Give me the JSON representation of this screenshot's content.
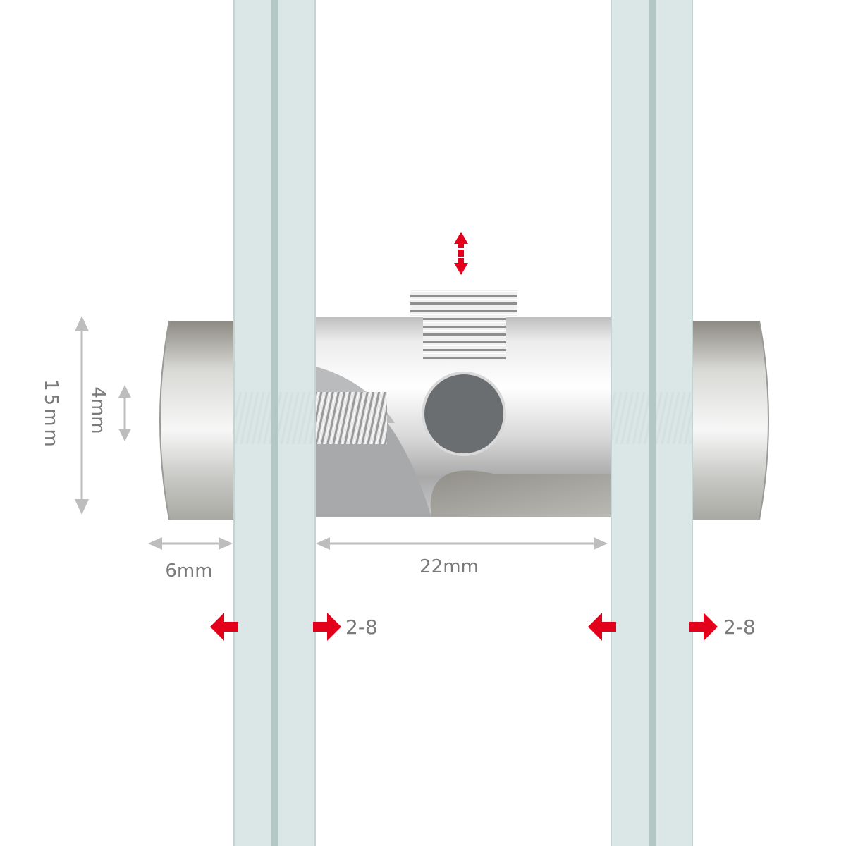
{
  "dimensions": {
    "height_label": "15mm",
    "bolt_label": "4mm",
    "cap_label": "6mm",
    "body_label": "22mm"
  },
  "panel_thickness": {
    "left_label": "2-8",
    "right_label": "2-8"
  },
  "colors": {
    "glass_light": "#d7e5e4",
    "glass_dark": "#b3c7c4",
    "metal_light": "#f2f2f2",
    "metal_dark": "#8d8b84",
    "hole": "#6b6e70",
    "arrow_red": "#e3001b",
    "dimension_gray": "#bdbdbd"
  }
}
